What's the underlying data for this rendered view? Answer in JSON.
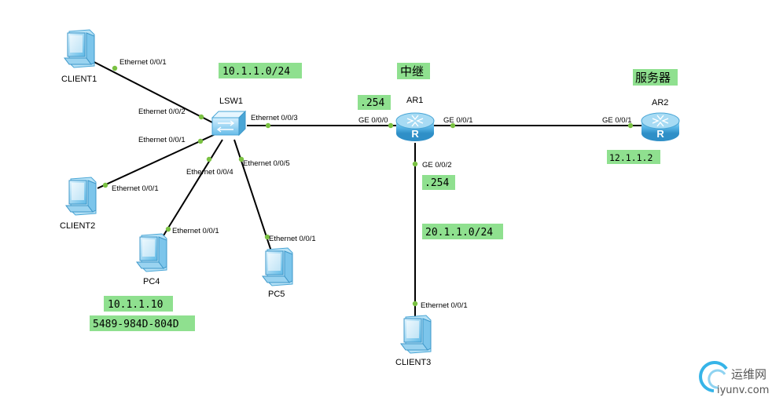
{
  "devices": {
    "client1": "CLIENT1",
    "client2": "CLIENT2",
    "client3": "CLIENT3",
    "pc4": "PC4",
    "pc5": "PC5",
    "lsw1": "LSW1",
    "ar1": "AR1",
    "ar2": "AR2"
  },
  "ports": {
    "client1_eth": "Ethernet 0/0/1",
    "lsw1_eth2": "Ethernet 0/0/2",
    "lsw1_eth1": "Ethernet 0/0/1",
    "client2_eth": "Ethernet 0/0/1",
    "lsw1_eth4": "Ethernet 0/0/4",
    "pc4_eth": "Ethernet 0/0/1",
    "lsw1_eth5": "Ethernet 0/0/5",
    "pc5_eth": "Ethernet 0/0/1",
    "lsw1_eth3": "Ethernet 0/0/3",
    "ar1_ge0": "GE 0/0/0",
    "ar1_ge1": "GE 0/0/1",
    "ar2_ge1": "GE 0/0/1",
    "ar1_ge2": "GE 0/0/2",
    "client3_eth": "Ethernet 0/0/1"
  },
  "notes": {
    "net_lan1": "10.1.1.0/24",
    "relay": "中继",
    "server": "服务器",
    "ar1_g0_ip": ".254",
    "ar2_ip": "12.1.1.2",
    "ar1_g2_ip": ".254",
    "net_lan2": "20.1.1.0/24",
    "pc4_ip": "10.1.1.10",
    "pc4_mac": "5489-984D-804D"
  },
  "colors": {
    "note_bg": "#8fe08f",
    "port_dot": "#7ac142",
    "router_blue": "#5bb8e8",
    "pc_blue": "#6fc3ea"
  },
  "watermark": {
    "brand": "运维网",
    "site": "iyunv.com"
  }
}
